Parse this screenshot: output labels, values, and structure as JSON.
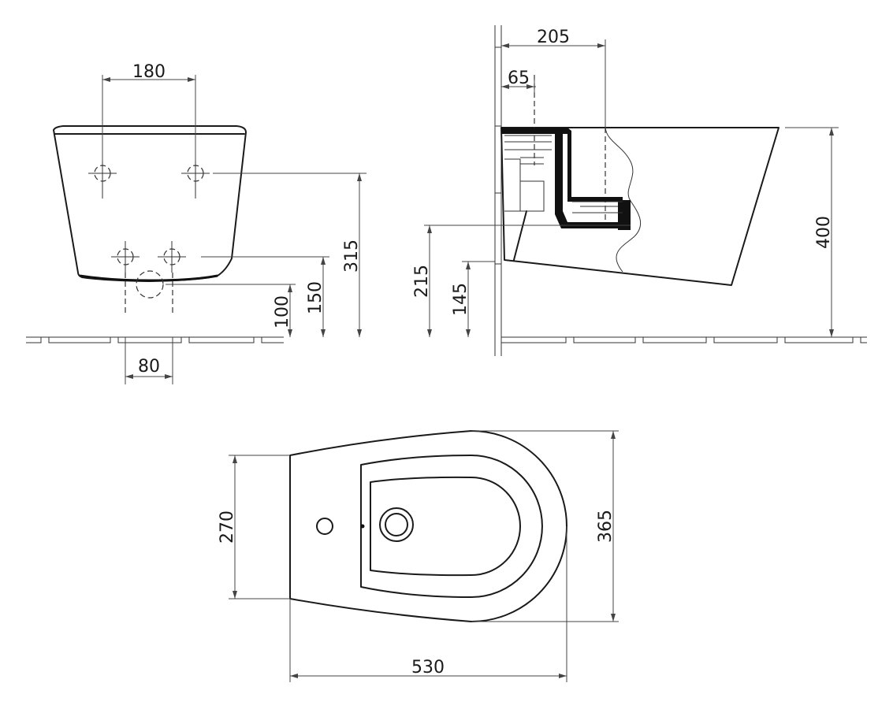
{
  "views": {
    "front": {
      "dimensions": {
        "fixing_spacing": "180",
        "fixing_height": "315",
        "inlet_height": "150",
        "outlet_height": "100",
        "outlet_spacing": "80"
      }
    },
    "side": {
      "dimensions": {
        "waste_projection": "205",
        "wall_offset": "65",
        "rim_height": "400",
        "waste_height": "215",
        "inlet_height": "145"
      }
    },
    "top": {
      "dimensions": {
        "length": "530",
        "width": "365",
        "back_width": "270"
      }
    }
  }
}
